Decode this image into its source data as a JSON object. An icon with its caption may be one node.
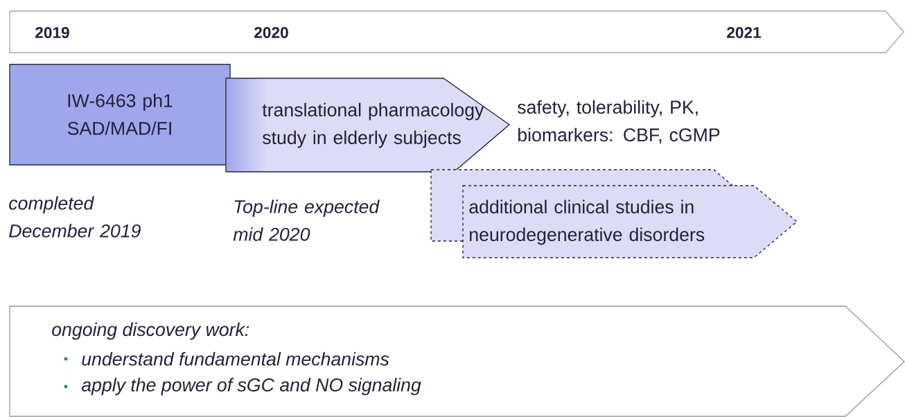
{
  "diagram": {
    "nodes": [
      {
        "text": [
          "2019",
          "2020",
          "2021"
        ]
      },
      {
        "text": [
          "IW-6463 ph1 SAD/MAD/FI"
        ],
        "beside": [
          "completed December 2019"
        ]
      },
      {
        "text": [
          "translational pharmacology study in elderly subjects"
        ],
        "beside": [
          "safety, tolerability, PK, biomarkers: CBF, cGMP",
          "Top-line expected mid 2020"
        ]
      },
      {
        "text": [
          "additional clinical studies in neurodegenerative disorders"
        ]
      },
      {
        "text": [
          "ongoing discovery work:",
          "understand fundamental mechanisms",
          "apply the power of sGC and NO signaling"
        ]
      }
    ],
    "edges": []
  }
}
